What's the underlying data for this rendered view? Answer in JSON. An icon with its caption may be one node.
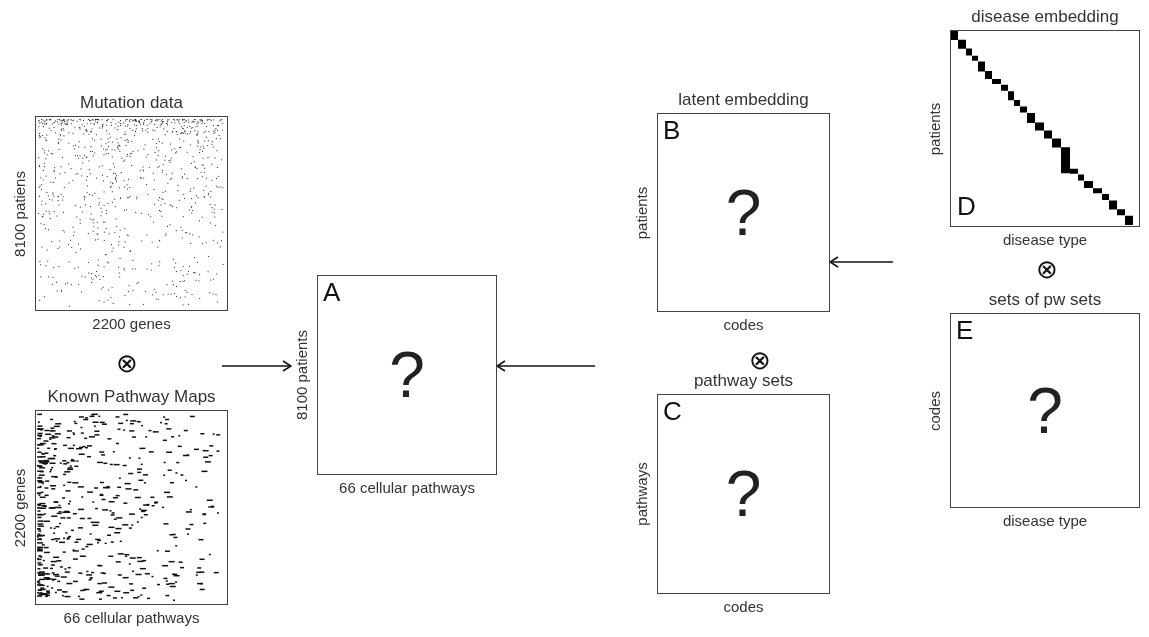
{
  "diagram": {
    "nodes": [
      {
        "text": [
          "Mutation data",
          "8100 patiens",
          "2200 genes"
        ]
      },
      {
        "text": [
          "Known Pathway Maps",
          "2200 genes",
          "66 cellular pathways"
        ]
      },
      {
        "text": [
          "A",
          "?",
          "8100 patients",
          "66 cellular pathways"
        ]
      },
      {
        "text": [
          "latent embedding",
          "B",
          "?",
          "patients",
          "codes"
        ]
      },
      {
        "text": [
          "pathway sets",
          "C",
          "?",
          "pathways",
          "codes"
        ]
      },
      {
        "text": [
          "disease embedding",
          "D",
          "patients",
          "disease type"
        ]
      },
      {
        "text": [
          "sets of pw sets",
          "E",
          "?",
          "codes",
          "disease type"
        ]
      }
    ],
    "edges": [
      {
        "from": null,
        "to": 2,
        "arrow": "to"
      },
      {
        "from": null,
        "to": 2,
        "arrow": "to"
      },
      {
        "from": null,
        "to": 3,
        "arrow": "to"
      }
    ],
    "labels": [
      "⊗",
      "⊗",
      "⊗"
    ]
  }
}
